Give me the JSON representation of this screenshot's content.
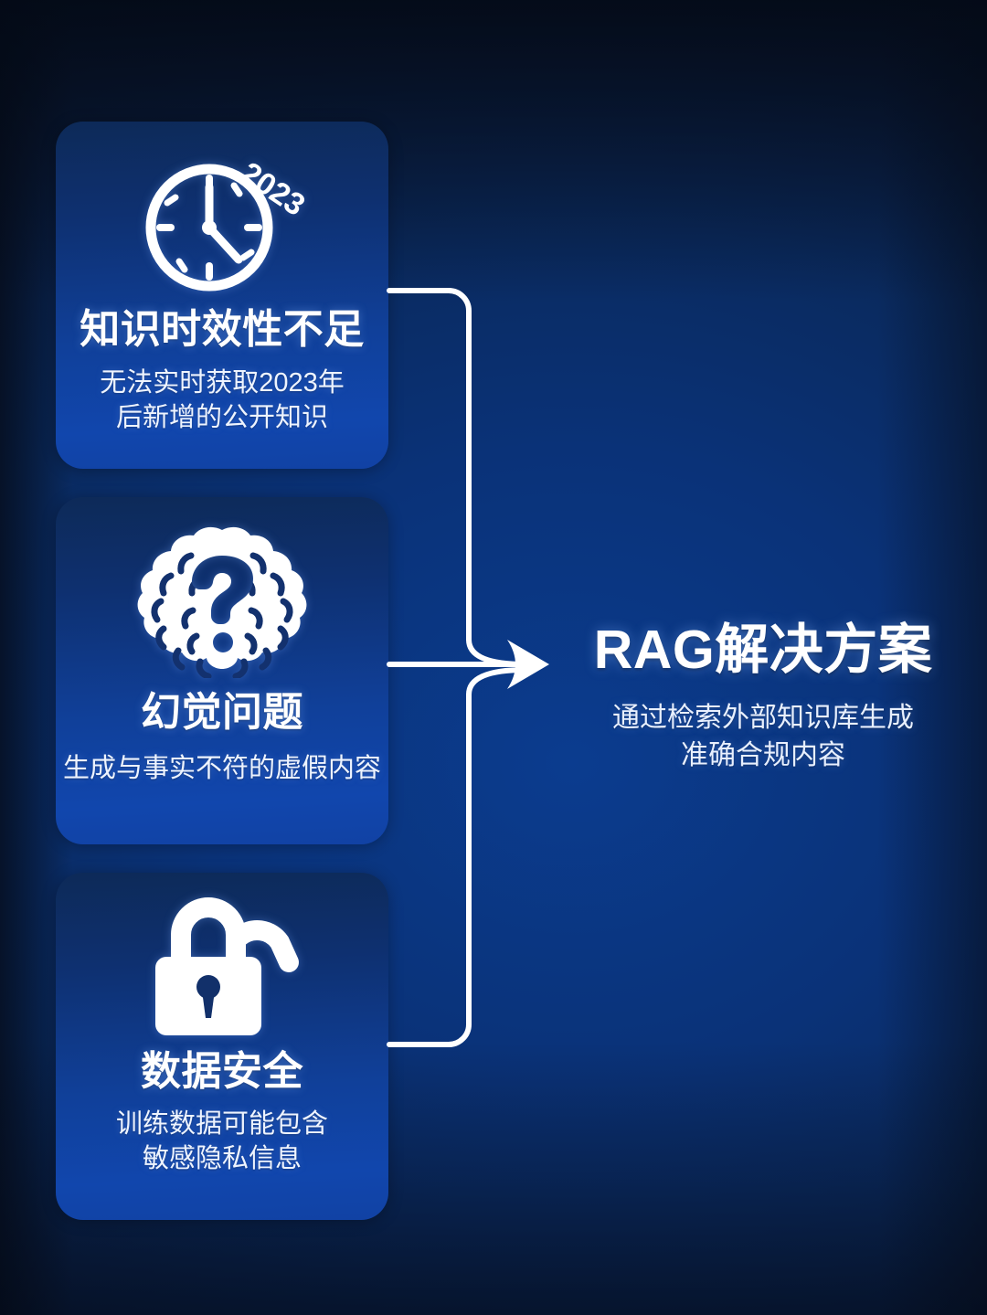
{
  "theme": {
    "background_dark": "#071528",
    "background_mid": "#0a3278",
    "background_bright": "#0b3c8f",
    "card_top": "#0d2a58",
    "card_bottom": "#1146ad",
    "text_primary": "#ffffff",
    "text_secondary": "#e8f0ff",
    "connector": "#ffffff"
  },
  "problems": [
    {
      "icon": "clock-icon",
      "icon_badge": "2023",
      "title": "知识时效性不足",
      "desc": "无法实时获取2023年\n后新增的公开知识"
    },
    {
      "icon": "brain-question-icon",
      "icon_badge": "",
      "title": "幻觉问题",
      "desc": "生成与事实不符的虚假内容"
    },
    {
      "icon": "unlocked-padlock-icon",
      "icon_badge": "",
      "title": "数据安全",
      "desc": "训练数据可能包含\n敏感隐私信息"
    }
  ],
  "solution": {
    "title": "RAG解决方案",
    "desc": "通过检索外部知识库生成\n准确合规内容"
  },
  "connector": {
    "name": "merging-arrow",
    "description": "三条支线汇聚为一条箭头指向右侧方案"
  }
}
